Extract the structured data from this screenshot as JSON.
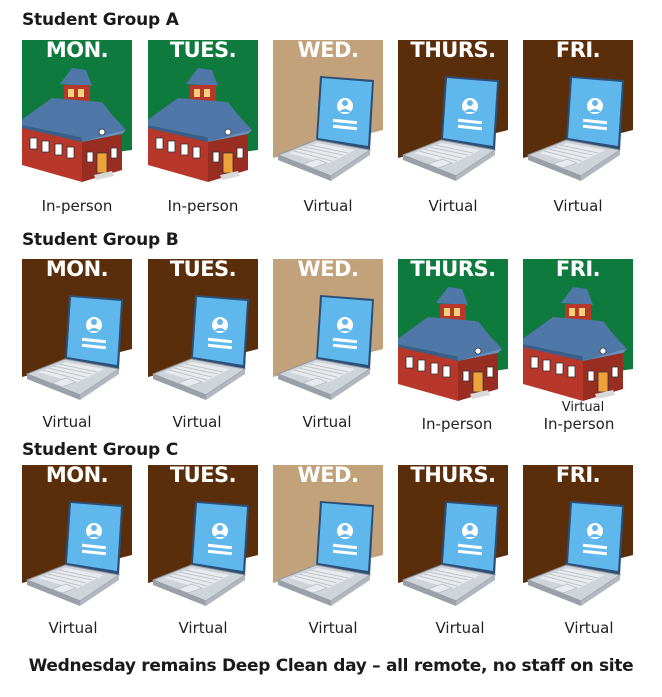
{
  "colors": {
    "inperson_bg": "#0f7a3e",
    "virtual_bg": "#5a2e0a",
    "wednesday_bg": "#c2a27b",
    "screen": "#5fb7ec",
    "roof": "#4f78a8",
    "brick": "#b8372b"
  },
  "groups": [
    {
      "title": "Student Group A",
      "days": [
        {
          "day": "MON.",
          "mode": "In-person",
          "icon": "schoolhouse-icon"
        },
        {
          "day": "TUES.",
          "mode": "In-person",
          "icon": "schoolhouse-icon"
        },
        {
          "day": "WED.",
          "mode": "Virtual",
          "icon": "laptop-icon"
        },
        {
          "day": "THURS.",
          "mode": "Virtual",
          "icon": "laptop-icon"
        },
        {
          "day": "FRI.",
          "mode": "Virtual",
          "icon": "laptop-icon"
        }
      ]
    },
    {
      "title": "Student Group B",
      "days": [
        {
          "day": "MON.",
          "mode": "Virtual",
          "icon": "laptop-icon"
        },
        {
          "day": "TUES.",
          "mode": "Virtual",
          "icon": "laptop-icon"
        },
        {
          "day": "WED.",
          "mode": "Virtual",
          "icon": "laptop-icon"
        },
        {
          "day": "THURS.",
          "mode": "In-person",
          "icon": "schoolhouse-icon"
        },
        {
          "day": "FRI.",
          "mode": "In-person",
          "icon": "schoolhouse-icon",
          "overlap_text": "Virtual"
        }
      ]
    },
    {
      "title": "Student Group C",
      "days": [
        {
          "day": "MON.",
          "mode": "Virtual",
          "icon": "laptop-icon"
        },
        {
          "day": "TUES.",
          "mode": "Virtual",
          "icon": "laptop-icon"
        },
        {
          "day": "WED.",
          "mode": "Virtual",
          "icon": "laptop-icon"
        },
        {
          "day": "THURS.",
          "mode": "Virtual",
          "icon": "laptop-icon"
        },
        {
          "day": "FRI.",
          "mode": "Virtual",
          "icon": "laptop-icon"
        }
      ]
    }
  ],
  "footer": "Wednesday remains Deep Clean day – all remote, no staff on site"
}
